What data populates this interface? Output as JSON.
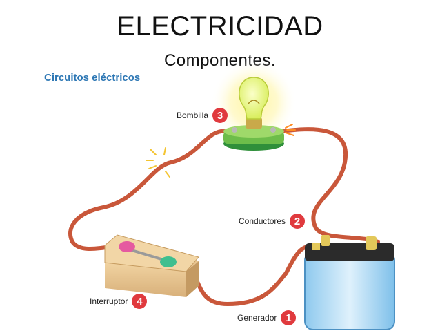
{
  "header": {
    "title": "ELECTRICIDAD",
    "subtitle": "Componentes.",
    "section": "Circuitos eléctricos"
  },
  "callouts": [
    {
      "id": "bulb",
      "label": "Bombilla",
      "number": "3"
    },
    {
      "id": "wires",
      "label": "Conductores",
      "number": "2"
    },
    {
      "id": "switch",
      "label": "Interruptor",
      "number": "4"
    },
    {
      "id": "generator",
      "label": "Generador",
      "number": "1"
    }
  ],
  "colors": {
    "wire": "#c9573a",
    "badge": "#e03a3e",
    "section_title": "#2d77b4"
  }
}
